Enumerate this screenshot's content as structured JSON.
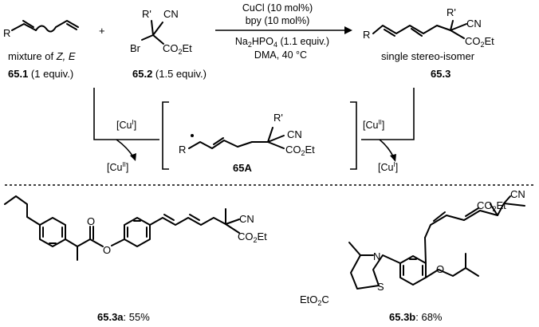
{
  "top_reaction": {
    "sub1": {
      "R": "R",
      "desc_prefix": "mixture of ",
      "desc_italic": "Z, E",
      "id": "65.1",
      "eq": " (1 equiv.)"
    },
    "plus": "+",
    "sub2": {
      "R": "R'",
      "CN": "CN",
      "Br": "Br",
      "ester": "CO",
      "ester_sub": "2",
      "ester_tail": "Et",
      "id": "65.2",
      "eq": " (1.5 equiv.)"
    },
    "conditions": {
      "line1": "CuCl (10 mol%)",
      "line2": "bpy (10 mol%)",
      "line3_a": "Na",
      "line3_sub1": "2",
      "line3_b": "HPO",
      "line3_sub2": "4",
      "line3_c": " (1.1 equiv.)",
      "line4": "DMA, 40 °C"
    },
    "product": {
      "R": "R",
      "Rp": "R'",
      "CN": "CN",
      "ester": "CO",
      "ester_sub": "2",
      "ester_tail": "Et",
      "desc": "single stereo-isomer",
      "id": "65.3"
    }
  },
  "mechanism": {
    "left_top": "[Cu",
    "left_top_sup": "I",
    "left_top_end": "]",
    "left_bot": "[Cu",
    "left_bot_sup": "II",
    "left_bot_end": "]",
    "right_top": "[Cu",
    "right_top_sup": "II",
    "right_top_end": "]",
    "right_bot": "[Cu",
    "right_bot_sup": "I",
    "right_bot_end": "]",
    "intermediate": {
      "R": "R",
      "Rp": "R'",
      "CN": "CN",
      "ester": "CO",
      "ester_sub": "2",
      "ester_tail": "Et",
      "id": "65A"
    }
  },
  "examples": {
    "a": {
      "O1": "O",
      "O2": "O",
      "CN": "CN",
      "ester": "CO",
      "ester_sub": "2",
      "ester_tail": "Et",
      "id": "65.3a",
      "yield": ": 55%"
    },
    "b": {
      "CN": "CN",
      "ester": "CO",
      "ester_sub": "2",
      "ester_tail": "Et",
      "N": "N",
      "S": "S",
      "O": "O",
      "ester2_a": "EtO",
      "ester2_sub": "2",
      "ester2_b": "C",
      "id": "65.3b",
      "yield": ": 68%"
    }
  }
}
